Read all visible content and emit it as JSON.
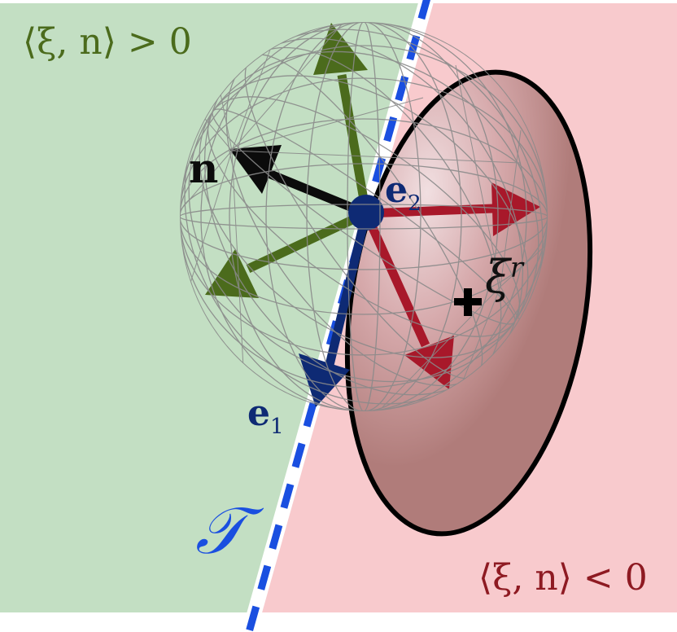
{
  "figure": {
    "regions": {
      "positive": {
        "label": "⟨ξ, n⟩ > 0",
        "color": "#c3dfc3",
        "text_color": "#4b6b1c"
      },
      "negative": {
        "label": "⟨ξ, n⟩ < 0",
        "color": "#f8cacd",
        "text_color": "#8e1a22"
      }
    },
    "tangent_plane": {
      "label": "𝒯",
      "color": "#1a4fe0"
    },
    "normal": {
      "label": "n",
      "color": "#0b0b0b"
    },
    "basis": {
      "e1": {
        "base": "e",
        "sub": "1",
        "color": "#0e2a74"
      },
      "e2": {
        "base": "e",
        "sub": "2",
        "color": "#0e2a74"
      }
    },
    "reflected_point": {
      "base": "ξ",
      "sup": "r",
      "marker": "+"
    },
    "sphere": {
      "wireframe_color": "#8a8a8a"
    },
    "ellipse": {
      "fill": "#b07c7a",
      "stroke": "#000000"
    },
    "arrows": {
      "green_color": "#4b6b1c",
      "red_color": "#a8182a",
      "blue_color": "#0e2a74",
      "black_color": "#0b0b0b"
    },
    "center_point": {
      "color": "#0e2a74"
    }
  }
}
